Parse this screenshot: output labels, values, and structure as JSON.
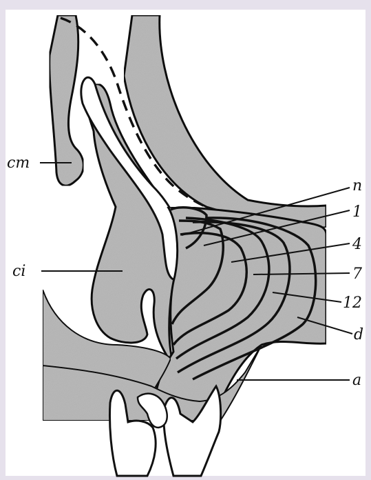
{
  "colors": {
    "frame": "#e6e1ec",
    "panel": "#ffffff",
    "tissue": "#b9b9b9",
    "outline": "#111111"
  },
  "labels": {
    "cm": "cm",
    "ci": "ci",
    "n": "n",
    "one": "1",
    "four": "4",
    "seven": "7",
    "twelve": "12",
    "d": "d",
    "a": "a"
  }
}
